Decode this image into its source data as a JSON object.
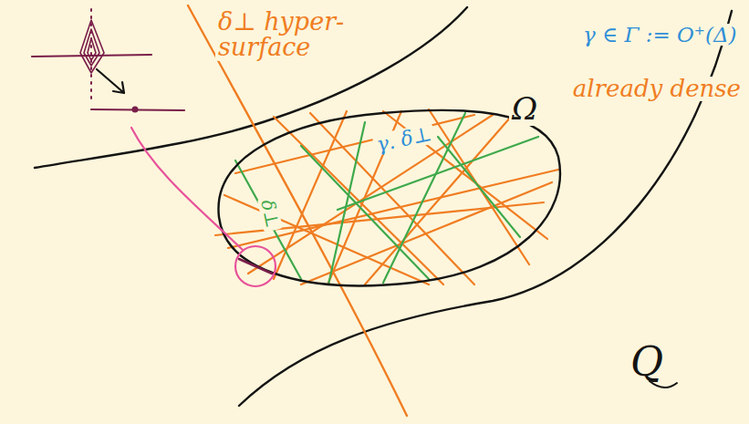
{
  "diagram": {
    "labels": [
      "δ⊥ hyper- surface",
      "Ω",
      "γ. δ⊥",
      "δ⊥",
      "γ ∈ Γ := O⁺(Δ)",
      "already dense",
      "Q"
    ]
  }
}
